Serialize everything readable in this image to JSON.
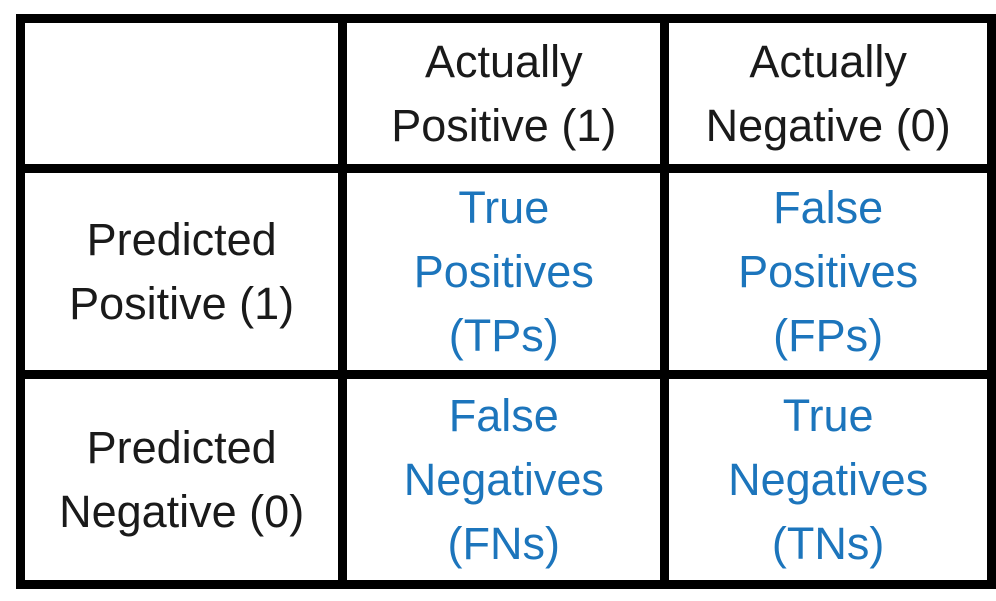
{
  "figure": {
    "kind": "confusion-matrix-terminology-table"
  },
  "table": {
    "corner_label": "",
    "column_headers": [
      {
        "lines": [
          "Actually",
          "Positive (1)"
        ]
      },
      {
        "lines": [
          "Actually",
          "Negative (0)"
        ]
      }
    ],
    "rows": [
      {
        "header": {
          "lines": [
            "Predicted",
            "Positive (1)"
          ]
        },
        "cells": [
          {
            "lines": [
              "True",
              "Positives",
              "(TPs)"
            ],
            "abbr": "TPs"
          },
          {
            "lines": [
              "False",
              "Positives",
              "(FPs)"
            ],
            "abbr": "FPs"
          }
        ]
      },
      {
        "header": {
          "lines": [
            "Predicted",
            "Negative (0)"
          ]
        },
        "cells": [
          {
            "lines": [
              "False",
              "Negatives",
              "(FNs)"
            ],
            "abbr": "FNs"
          },
          {
            "lines": [
              "True",
              "Negatives",
              "(TNs)"
            ],
            "abbr": "TNs"
          }
        ]
      }
    ]
  },
  "colors": {
    "header_text": "#1a1a1a",
    "cell_text": "#1c75bc",
    "border": "#000000",
    "background": "#ffffff"
  }
}
